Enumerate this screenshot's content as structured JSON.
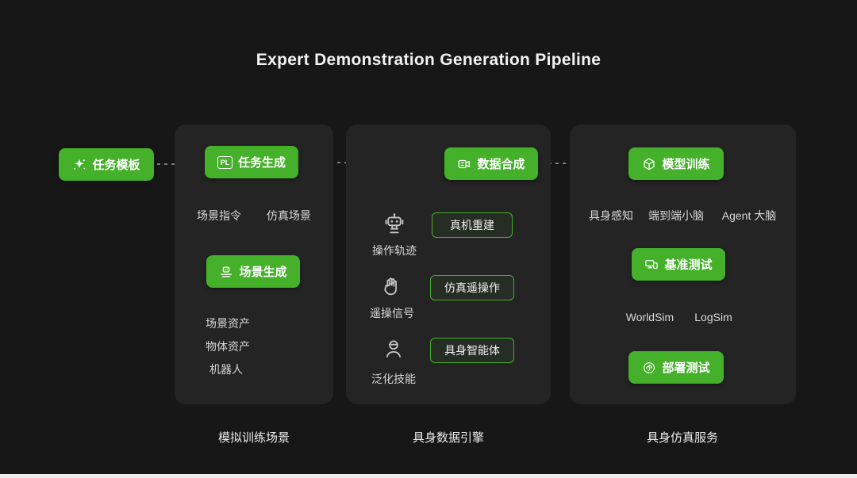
{
  "title": "Expert Demonstration Generation Pipeline",
  "colors": {
    "accent_green": "#45b029",
    "background": "#171717",
    "panel_background": "#242424",
    "connector_gray": "#9a9a9a",
    "label_text": "#d8d8d8"
  },
  "icons": {
    "source": "confetti-tasks-icon",
    "task_gen": "pl-badge-icon",
    "scene_gen": "robot-scene-icon",
    "data_synth": "recorder-icon",
    "row1": "robot-icon",
    "row2": "glove-hand-icon",
    "row3": "vr-skill-icon",
    "model_train": "cube-icon",
    "benchmark": "devices-icon",
    "deploy": "fingerprint-deploy-icon"
  },
  "source": {
    "label": "任务模板"
  },
  "panels": [
    {
      "caption": "模拟训练场景",
      "task_gen_button": "任务生成",
      "icon_badge": "PL",
      "scene_gen_button": "场景生成",
      "mid_labels": [
        "场景指令",
        "仿真场景"
      ],
      "asset_labels": [
        "场景资产",
        "物体资产",
        "机器人"
      ]
    },
    {
      "caption": "具身数据引擎",
      "data_synth_button": "数据合成",
      "rows": [
        {
          "icon": "robot-icon",
          "label": "操作轨迹",
          "box": "真机重建"
        },
        {
          "icon": "glove-icon",
          "label": "遥操信号",
          "box": "仿真遥操作"
        },
        {
          "icon": "vr-skill-icon",
          "label": "泛化技能",
          "box": "具身智能体"
        }
      ]
    },
    {
      "caption": "具身仿真服务",
      "model_train_button": "模型训练",
      "brain_labels": [
        "具身感知",
        "端到端小脑",
        "Agent 大脑"
      ],
      "benchmark_button": "基准测试",
      "sim_labels": [
        "WorldSim",
        "LogSim"
      ],
      "deploy_button": "部署测试"
    }
  ]
}
